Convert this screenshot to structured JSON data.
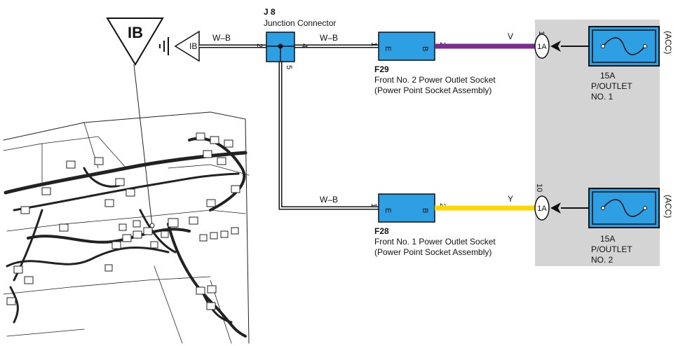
{
  "ground": {
    "symbol_label": "IB",
    "connector_label": "IB"
  },
  "junction": {
    "code": "J 8",
    "name": "Junction Connector",
    "pins": {
      "left": "2",
      "right": "4",
      "bottom": "5"
    }
  },
  "wires": {
    "wb_left": "W–B",
    "wb_top": "W–B",
    "wb_bottom": "W–B",
    "top_color_code": "V",
    "bottom_color_code": "Y",
    "colors": {
      "violet": "#7b2c91",
      "yellow": "#ffd800",
      "wb_outer": "#111111"
    }
  },
  "sockets": [
    {
      "code": "F29",
      "desc1": "Front No. 2 Power Outlet Socket",
      "desc2": "(Power Point Socket Assembly)",
      "pin_e": "1",
      "pin_b": "2",
      "letter_e": "E",
      "letter_b": "B"
    },
    {
      "code": "F28",
      "desc1": "Front No. 1 Power Outlet Socket",
      "desc2": "(Power Point Socket Assembly)",
      "pin_e": "1",
      "pin_b": "2",
      "letter_e": "E",
      "letter_b": "B"
    }
  ],
  "fuses": [
    {
      "pin": "1",
      "connector": "1A",
      "amp": "15A",
      "name1": "P/OUTLET",
      "name2": "NO. 1",
      "acc": "(ACC)"
    },
    {
      "pin": "10",
      "connector": "1A",
      "amp": "15A",
      "name1": "P/OUTLET",
      "name2": "NO. 2",
      "acc": "(ACC)"
    }
  ],
  "colors": {
    "box_fill": "#2f9fe3",
    "panel": "#d4d4d4"
  }
}
